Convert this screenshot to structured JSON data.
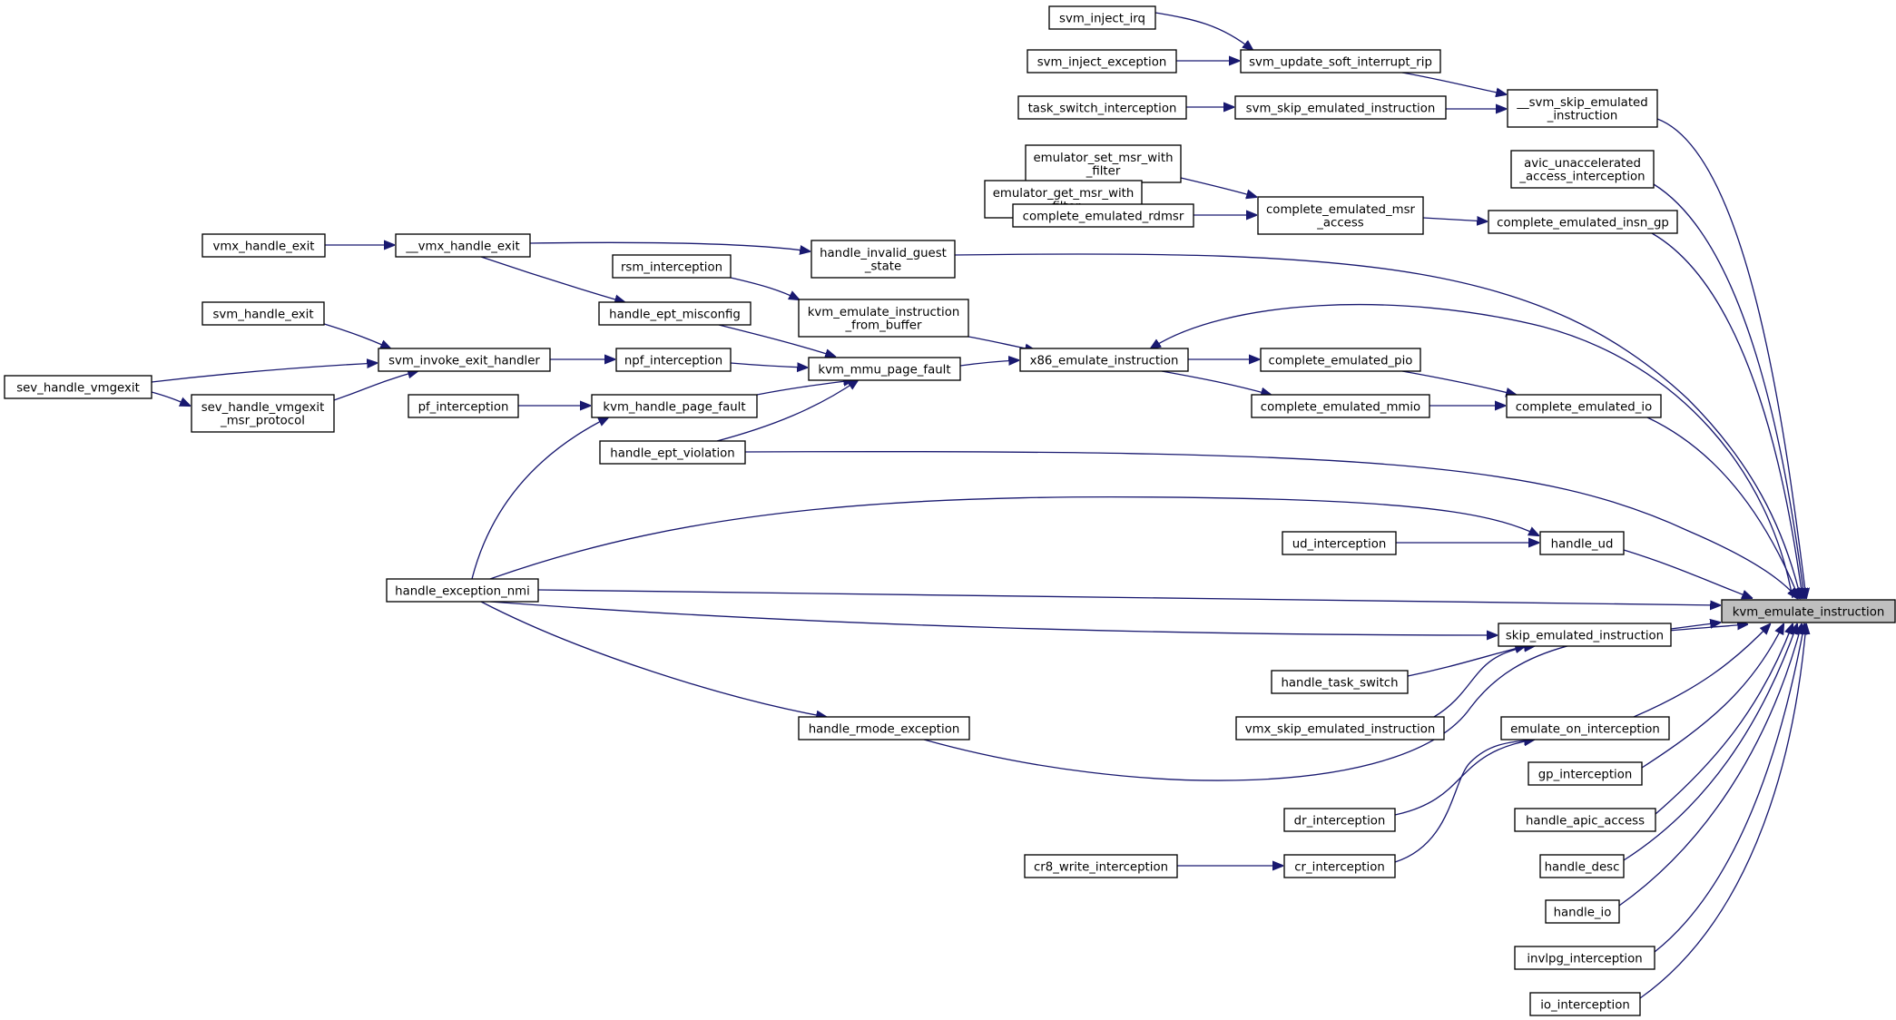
{
  "graph": {
    "title": "",
    "colors": {
      "edge": "#191970",
      "node_fill": "#ffffff",
      "root_fill": "#bfbfbf",
      "node_border": "#000000"
    },
    "nodes": [
      {
        "id": "root",
        "lines": [
          "kvm_emulate_instruction"
        ],
        "root": true
      },
      {
        "id": "svm_inject_irq",
        "lines": [
          "svm_inject_irq"
        ]
      },
      {
        "id": "svm_inject_exception",
        "lines": [
          "svm_inject_exception"
        ]
      },
      {
        "id": "svm_update_soft_interrupt_rip",
        "lines": [
          "svm_update_soft_interrupt_rip"
        ]
      },
      {
        "id": "task_switch_interception",
        "lines": [
          "task_switch_interception"
        ]
      },
      {
        "id": "svm_skip_emulated_instruction",
        "lines": [
          "svm_skip_emulated_instruction"
        ]
      },
      {
        "id": "__svm_skip_emulated_instruction",
        "lines": [
          "__svm_skip_emulated",
          "_instruction"
        ]
      },
      {
        "id": "avic_unaccelerated_access_interception",
        "lines": [
          "avic_unaccelerated",
          "_access_interception"
        ]
      },
      {
        "id": "emulator_set_msr_with_filter",
        "lines": [
          "emulator_set_msr_with",
          "_filter"
        ]
      },
      {
        "id": "emulator_get_msr_with_filter",
        "lines": [
          "emulator_get_msr_with",
          "_filter"
        ]
      },
      {
        "id": "complete_emulated_rdmsr",
        "lines": [
          "complete_emulated_rdmsr"
        ]
      },
      {
        "id": "complete_emulated_msr_access",
        "lines": [
          "complete_emulated_msr",
          "_access"
        ]
      },
      {
        "id": "complete_emulated_insn_gp",
        "lines": [
          "complete_emulated_insn_gp"
        ]
      },
      {
        "id": "vmx_handle_exit",
        "lines": [
          "vmx_handle_exit"
        ]
      },
      {
        "id": "__vmx_handle_exit",
        "lines": [
          "__vmx_handle_exit"
        ]
      },
      {
        "id": "handle_invalid_guest_state",
        "lines": [
          "handle_invalid_guest",
          "_state"
        ]
      },
      {
        "id": "rsm_interception",
        "lines": [
          "rsm_interception"
        ]
      },
      {
        "id": "kvm_emulate_instruction_from_buffer",
        "lines": [
          "kvm_emulate_instruction",
          "_from_buffer"
        ]
      },
      {
        "id": "handle_ept_misconfig",
        "lines": [
          "handle_ept_misconfig"
        ]
      },
      {
        "id": "svm_handle_exit",
        "lines": [
          "svm_handle_exit"
        ]
      },
      {
        "id": "sev_handle_vmgexit",
        "lines": [
          "sev_handle_vmgexit"
        ]
      },
      {
        "id": "svm_invoke_exit_handler",
        "lines": [
          "svm_invoke_exit_handler"
        ]
      },
      {
        "id": "npf_interception",
        "lines": [
          "npf_interception"
        ]
      },
      {
        "id": "kvm_mmu_page_fault",
        "lines": [
          "kvm_mmu_page_fault"
        ]
      },
      {
        "id": "x86_emulate_instruction",
        "lines": [
          "x86_emulate_instruction"
        ]
      },
      {
        "id": "complete_emulated_pio",
        "lines": [
          "complete_emulated_pio"
        ]
      },
      {
        "id": "sev_handle_vmgexit_msr_protocol",
        "lines": [
          "sev_handle_vmgexit",
          "_msr_protocol"
        ]
      },
      {
        "id": "pf_interception",
        "lines": [
          "pf_interception"
        ]
      },
      {
        "id": "kvm_handle_page_fault",
        "lines": [
          "kvm_handle_page_fault"
        ]
      },
      {
        "id": "complete_emulated_mmio",
        "lines": [
          "complete_emulated_mmio"
        ]
      },
      {
        "id": "complete_emulated_io",
        "lines": [
          "complete_emulated_io"
        ]
      },
      {
        "id": "handle_ept_violation",
        "lines": [
          "handle_ept_violation"
        ]
      },
      {
        "id": "ud_interception",
        "lines": [
          "ud_interception"
        ]
      },
      {
        "id": "handle_ud",
        "lines": [
          "handle_ud"
        ]
      },
      {
        "id": "handle_exception_nmi",
        "lines": [
          "handle_exception_nmi"
        ]
      },
      {
        "id": "skip_emulated_instruction",
        "lines": [
          "skip_emulated_instruction"
        ]
      },
      {
        "id": "handle_task_switch",
        "lines": [
          "handle_task_switch"
        ]
      },
      {
        "id": "handle_rmode_exception",
        "lines": [
          "handle_rmode_exception"
        ]
      },
      {
        "id": "vmx_skip_emulated_instruction",
        "lines": [
          "vmx_skip_emulated_instruction"
        ]
      },
      {
        "id": "emulate_on_interception",
        "lines": [
          "emulate_on_interception"
        ]
      },
      {
        "id": "gp_interception",
        "lines": [
          "gp_interception"
        ]
      },
      {
        "id": "dr_interception",
        "lines": [
          "dr_interception"
        ]
      },
      {
        "id": "handle_apic_access",
        "lines": [
          "handle_apic_access"
        ]
      },
      {
        "id": "cr8_write_interception",
        "lines": [
          "cr8_write_interception"
        ]
      },
      {
        "id": "cr_interception",
        "lines": [
          "cr_interception"
        ]
      },
      {
        "id": "handle_desc",
        "lines": [
          "handle_desc"
        ]
      },
      {
        "id": "handle_io",
        "lines": [
          "handle_io"
        ]
      },
      {
        "id": "invlpg_interception",
        "lines": [
          "invlpg_interception"
        ]
      },
      {
        "id": "io_interception",
        "lines": [
          "io_interception"
        ]
      }
    ],
    "edges": [
      {
        "from": "svm_inject_irq",
        "to": "svm_update_soft_interrupt_rip"
      },
      {
        "from": "svm_inject_exception",
        "to": "svm_update_soft_interrupt_rip"
      },
      {
        "from": "svm_update_soft_interrupt_rip",
        "to": "__svm_skip_emulated_instruction"
      },
      {
        "from": "task_switch_interception",
        "to": "svm_skip_emulated_instruction"
      },
      {
        "from": "svm_skip_emulated_instruction",
        "to": "__svm_skip_emulated_instruction"
      },
      {
        "from": "__svm_skip_emulated_instruction",
        "to": "root"
      },
      {
        "from": "avic_unaccelerated_access_interception",
        "to": "root"
      },
      {
        "from": "emulator_set_msr_with_filter",
        "to": "complete_emulated_msr_access"
      },
      {
        "from": "emulator_get_msr_with_filter",
        "to": "complete_emulated_rdmsr"
      },
      {
        "from": "complete_emulated_rdmsr",
        "to": "complete_emulated_msr_access"
      },
      {
        "from": "complete_emulated_msr_access",
        "to": "complete_emulated_insn_gp"
      },
      {
        "from": "complete_emulated_insn_gp",
        "to": "root"
      },
      {
        "from": "vmx_handle_exit",
        "to": "__vmx_handle_exit"
      },
      {
        "from": "__vmx_handle_exit",
        "to": "handle_invalid_guest_state"
      },
      {
        "from": "__vmx_handle_exit",
        "to": "handle_ept_misconfig"
      },
      {
        "from": "handle_invalid_guest_state",
        "to": "root"
      },
      {
        "from": "rsm_interception",
        "to": "kvm_emulate_instruction_from_buffer"
      },
      {
        "from": "kvm_emulate_instruction_from_buffer",
        "to": "x86_emulate_instruction"
      },
      {
        "from": "handle_ept_misconfig",
        "to": "kvm_mmu_page_fault"
      },
      {
        "from": "svm_handle_exit",
        "to": "svm_invoke_exit_handler"
      },
      {
        "from": "sev_handle_vmgexit",
        "to": "svm_invoke_exit_handler"
      },
      {
        "from": "sev_handle_vmgexit",
        "to": "sev_handle_vmgexit_msr_protocol"
      },
      {
        "from": "sev_handle_vmgexit_msr_protocol",
        "to": "svm_invoke_exit_handler"
      },
      {
        "from": "svm_invoke_exit_handler",
        "to": "npf_interception"
      },
      {
        "from": "npf_interception",
        "to": "kvm_mmu_page_fault"
      },
      {
        "from": "kvm_mmu_page_fault",
        "to": "x86_emulate_instruction"
      },
      {
        "from": "x86_emulate_instruction",
        "to": "complete_emulated_pio"
      },
      {
        "from": "x86_emulate_instruction",
        "to": "complete_emulated_mmio"
      },
      {
        "from": "complete_emulated_pio",
        "to": "complete_emulated_io"
      },
      {
        "from": "complete_emulated_mmio",
        "to": "complete_emulated_io"
      },
      {
        "from": "complete_emulated_io",
        "to": "root"
      },
      {
        "from": "root",
        "to": "x86_emulate_instruction"
      },
      {
        "from": "pf_interception",
        "to": "kvm_handle_page_fault"
      },
      {
        "from": "kvm_handle_page_fault",
        "to": "kvm_mmu_page_fault"
      },
      {
        "from": "handle_ept_violation",
        "to": "kvm_mmu_page_fault"
      },
      {
        "from": "handle_ept_violation",
        "to": "root"
      },
      {
        "from": "handle_exception_nmi",
        "to": "kvm_handle_page_fault"
      },
      {
        "from": "handle_exception_nmi",
        "to": "handle_ud"
      },
      {
        "from": "handle_exception_nmi",
        "to": "root"
      },
      {
        "from": "handle_exception_nmi",
        "to": "skip_emulated_instruction"
      },
      {
        "from": "handle_exception_nmi",
        "to": "handle_rmode_exception"
      },
      {
        "from": "ud_interception",
        "to": "handle_ud"
      },
      {
        "from": "handle_ud",
        "to": "root"
      },
      {
        "from": "skip_emulated_instruction",
        "to": "root"
      },
      {
        "from": "handle_task_switch",
        "to": "skip_emulated_instruction"
      },
      {
        "from": "vmx_skip_emulated_instruction",
        "to": "skip_emulated_instruction"
      },
      {
        "from": "handle_rmode_exception",
        "to": "root"
      },
      {
        "from": "emulate_on_interception",
        "to": "root"
      },
      {
        "from": "dr_interception",
        "to": "emulate_on_interception"
      },
      {
        "from": "cr8_write_interception",
        "to": "cr_interception"
      },
      {
        "from": "cr_interception",
        "to": "emulate_on_interception"
      },
      {
        "from": "gp_interception",
        "to": "root"
      },
      {
        "from": "handle_apic_access",
        "to": "root"
      },
      {
        "from": "handle_desc",
        "to": "root"
      },
      {
        "from": "handle_io",
        "to": "root"
      },
      {
        "from": "invlpg_interception",
        "to": "root"
      },
      {
        "from": "io_interception",
        "to": "root"
      }
    ]
  }
}
